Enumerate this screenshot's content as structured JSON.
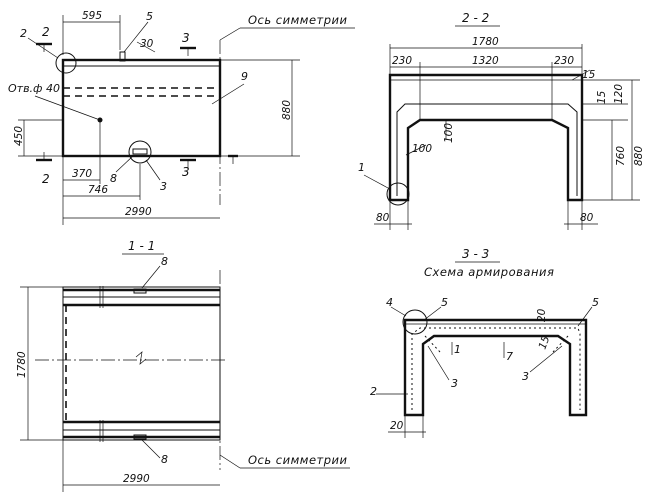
{
  "front_view": {
    "dimensions": {
      "offset_595": "595",
      "total_length": "2990",
      "height": "880",
      "hole_height": "450",
      "dist_370": "370",
      "dist_746": "746",
      "small_30": "30"
    },
    "hole_note": "Отв.ф 40",
    "symmetry_axis": "Ось симметрии",
    "section_marks": {
      "cut2_top": "2",
      "cut2_bottom": "2",
      "cut3_top": "3",
      "cut3_bottom": "3"
    },
    "callouts": {
      "c2": "2",
      "c5": "5",
      "c8": "8",
      "c3": "3",
      "c9": "9"
    }
  },
  "section_2_2": {
    "title": "2 - 2",
    "dimensions": {
      "width": "1780",
      "inner": "1320",
      "left_230": "230",
      "right_230": "230",
      "top_15": "15",
      "d15": "15",
      "d120": "120",
      "d100_v": "100",
      "d100_h": "100",
      "d760": "760",
      "d880": "880",
      "d80_left": "80",
      "d80_right": "80"
    },
    "callouts": {
      "c1": "1"
    }
  },
  "section_1_1": {
    "title": "1 - 1",
    "dimensions": {
      "width": "1780",
      "length": "2990"
    },
    "symmetry_axis": "Ось симметрии",
    "callouts": {
      "c8_top": "8",
      "c8_bottom": "8"
    }
  },
  "section_3_3": {
    "title": "3 - 3",
    "subtitle": "Схема армирования",
    "dimensions": {
      "d20_top": "20",
      "d15": "15",
      "d20_bottom": "20"
    },
    "callouts": {
      "c4": "4",
      "c5_left": "5",
      "c5_right": "5",
      "c1": "1",
      "c7": "7",
      "c2": "2",
      "c3_left": "3",
      "c3_right": "3"
    }
  }
}
